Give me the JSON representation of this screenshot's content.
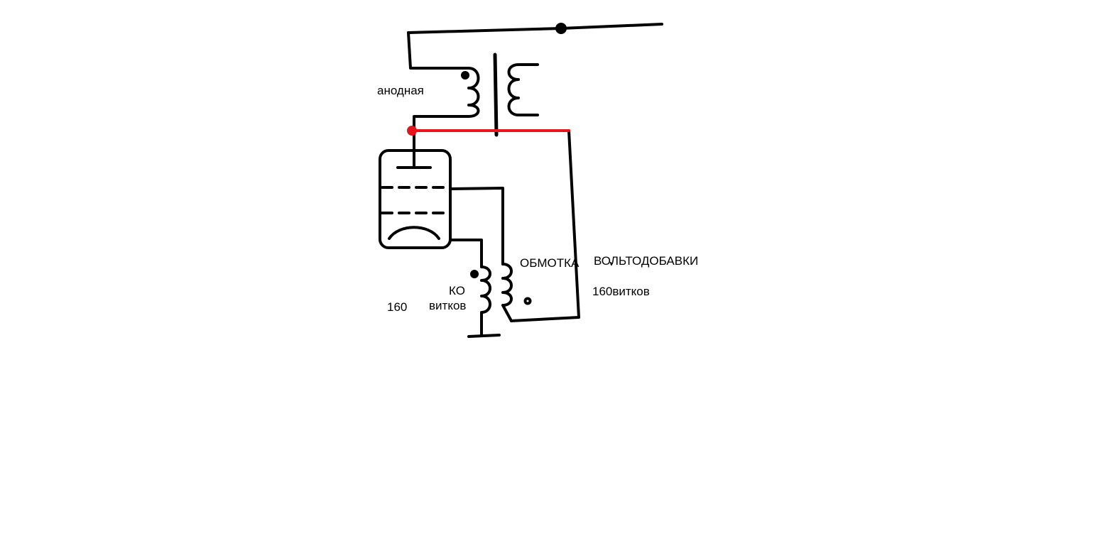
{
  "labels": {
    "anode": "анодная",
    "winding": "ОБМОТКА",
    "boost": "ВОЛЬТОДОБАВКИ",
    "ko": "КО",
    "turns_left_num": "160",
    "turns_left_word": "витков",
    "turns_right": "160витков"
  },
  "colors": {
    "wire": "#000000",
    "highlight": "#e8141c"
  }
}
